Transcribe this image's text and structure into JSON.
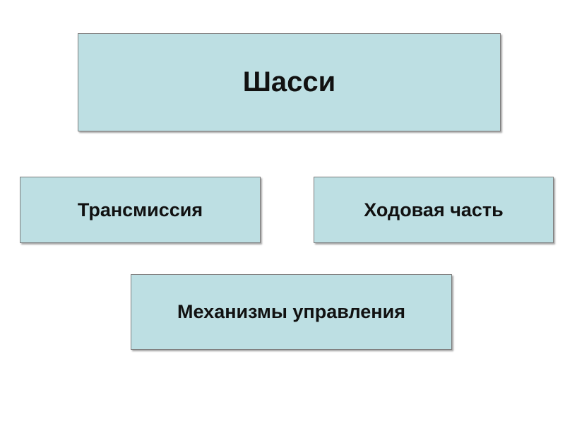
{
  "diagram": {
    "root": {
      "label": "Шасси"
    },
    "children": [
      {
        "label": "Трансмиссия"
      },
      {
        "label": "Ходовая часть"
      },
      {
        "label": "Механизмы управления"
      }
    ]
  },
  "colors": {
    "box_fill": "#bddfe3",
    "box_border": "#7d7d7d",
    "text": "#111111",
    "background": "#ffffff"
  }
}
